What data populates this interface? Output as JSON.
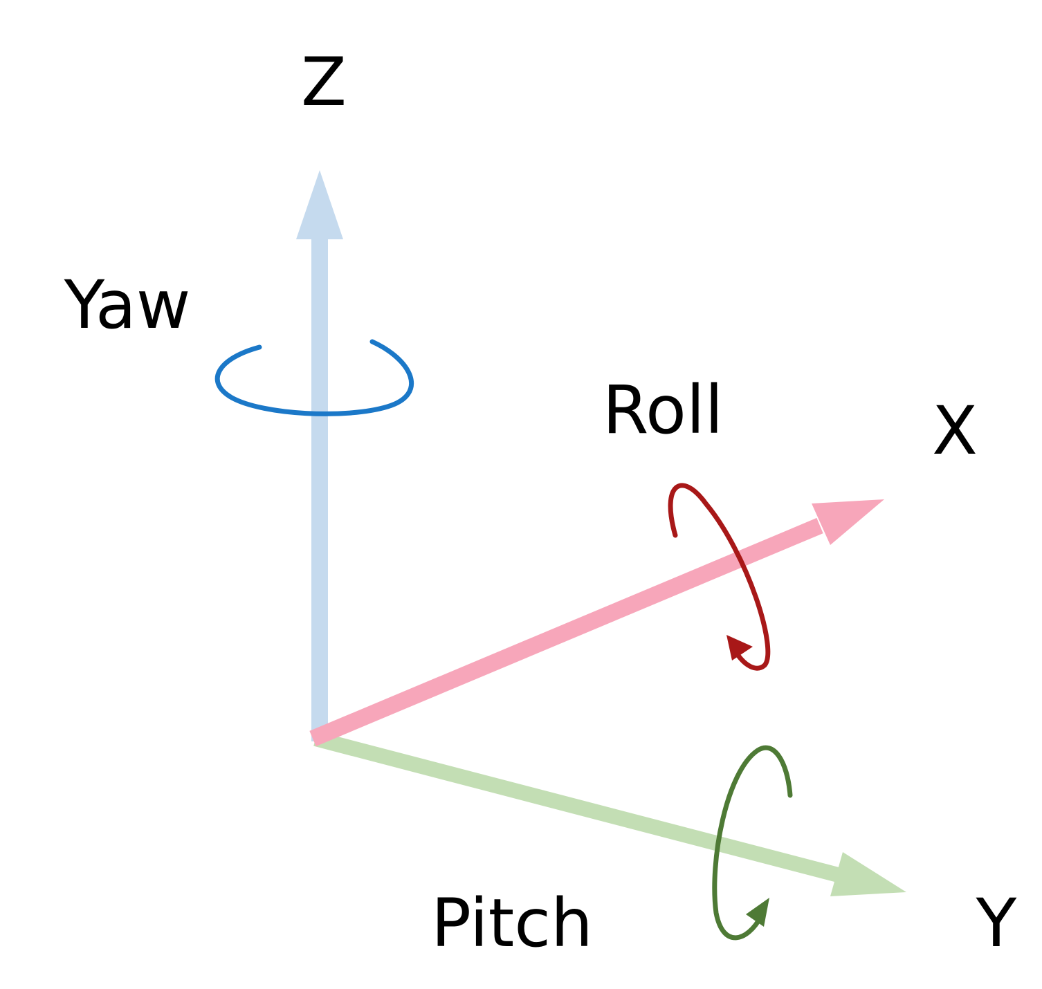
{
  "axes": {
    "z": {
      "label": "Z",
      "color": "#c5daee"
    },
    "x": {
      "label": "X",
      "color": "#f7a6ba"
    },
    "y": {
      "label": "Y",
      "color": "#c3deb4"
    }
  },
  "rotations": {
    "yaw": {
      "label": "Yaw",
      "color": "#1b78c8"
    },
    "roll": {
      "label": "Roll",
      "color": "#a81818"
    },
    "pitch": {
      "label": "Pitch",
      "color": "#4e7a35"
    }
  }
}
